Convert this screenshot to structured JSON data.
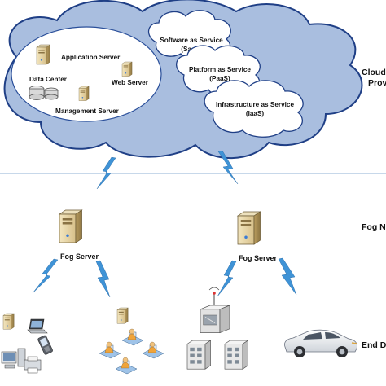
{
  "cloud": {
    "datacenter": {
      "application_server": "Application Server",
      "data_center": "Data Center",
      "web_server": "Web Server",
      "management_server": "Management Server"
    },
    "services": {
      "saas_line1": "Software as Service",
      "saas_line2": "(SaaS)",
      "paas_line1": "Platform as Service",
      "paas_line2": "(PaaS)",
      "iaas_line1": "Infrastructure as Service",
      "iaas_line2": "(IaaS)"
    }
  },
  "layers": {
    "cloud_line1": "Cloud S",
    "cloud_line2": "Provi",
    "fog": "Fog N",
    "end": "End De"
  },
  "fog": {
    "left_server": "Fog Server",
    "right_server": "Fog Server"
  },
  "colors": {
    "cloud_fill": "#a9bedf",
    "cloud_stroke": "#1f3f86",
    "lightning": "#3f93d6",
    "divider": "#8fb0d6"
  }
}
